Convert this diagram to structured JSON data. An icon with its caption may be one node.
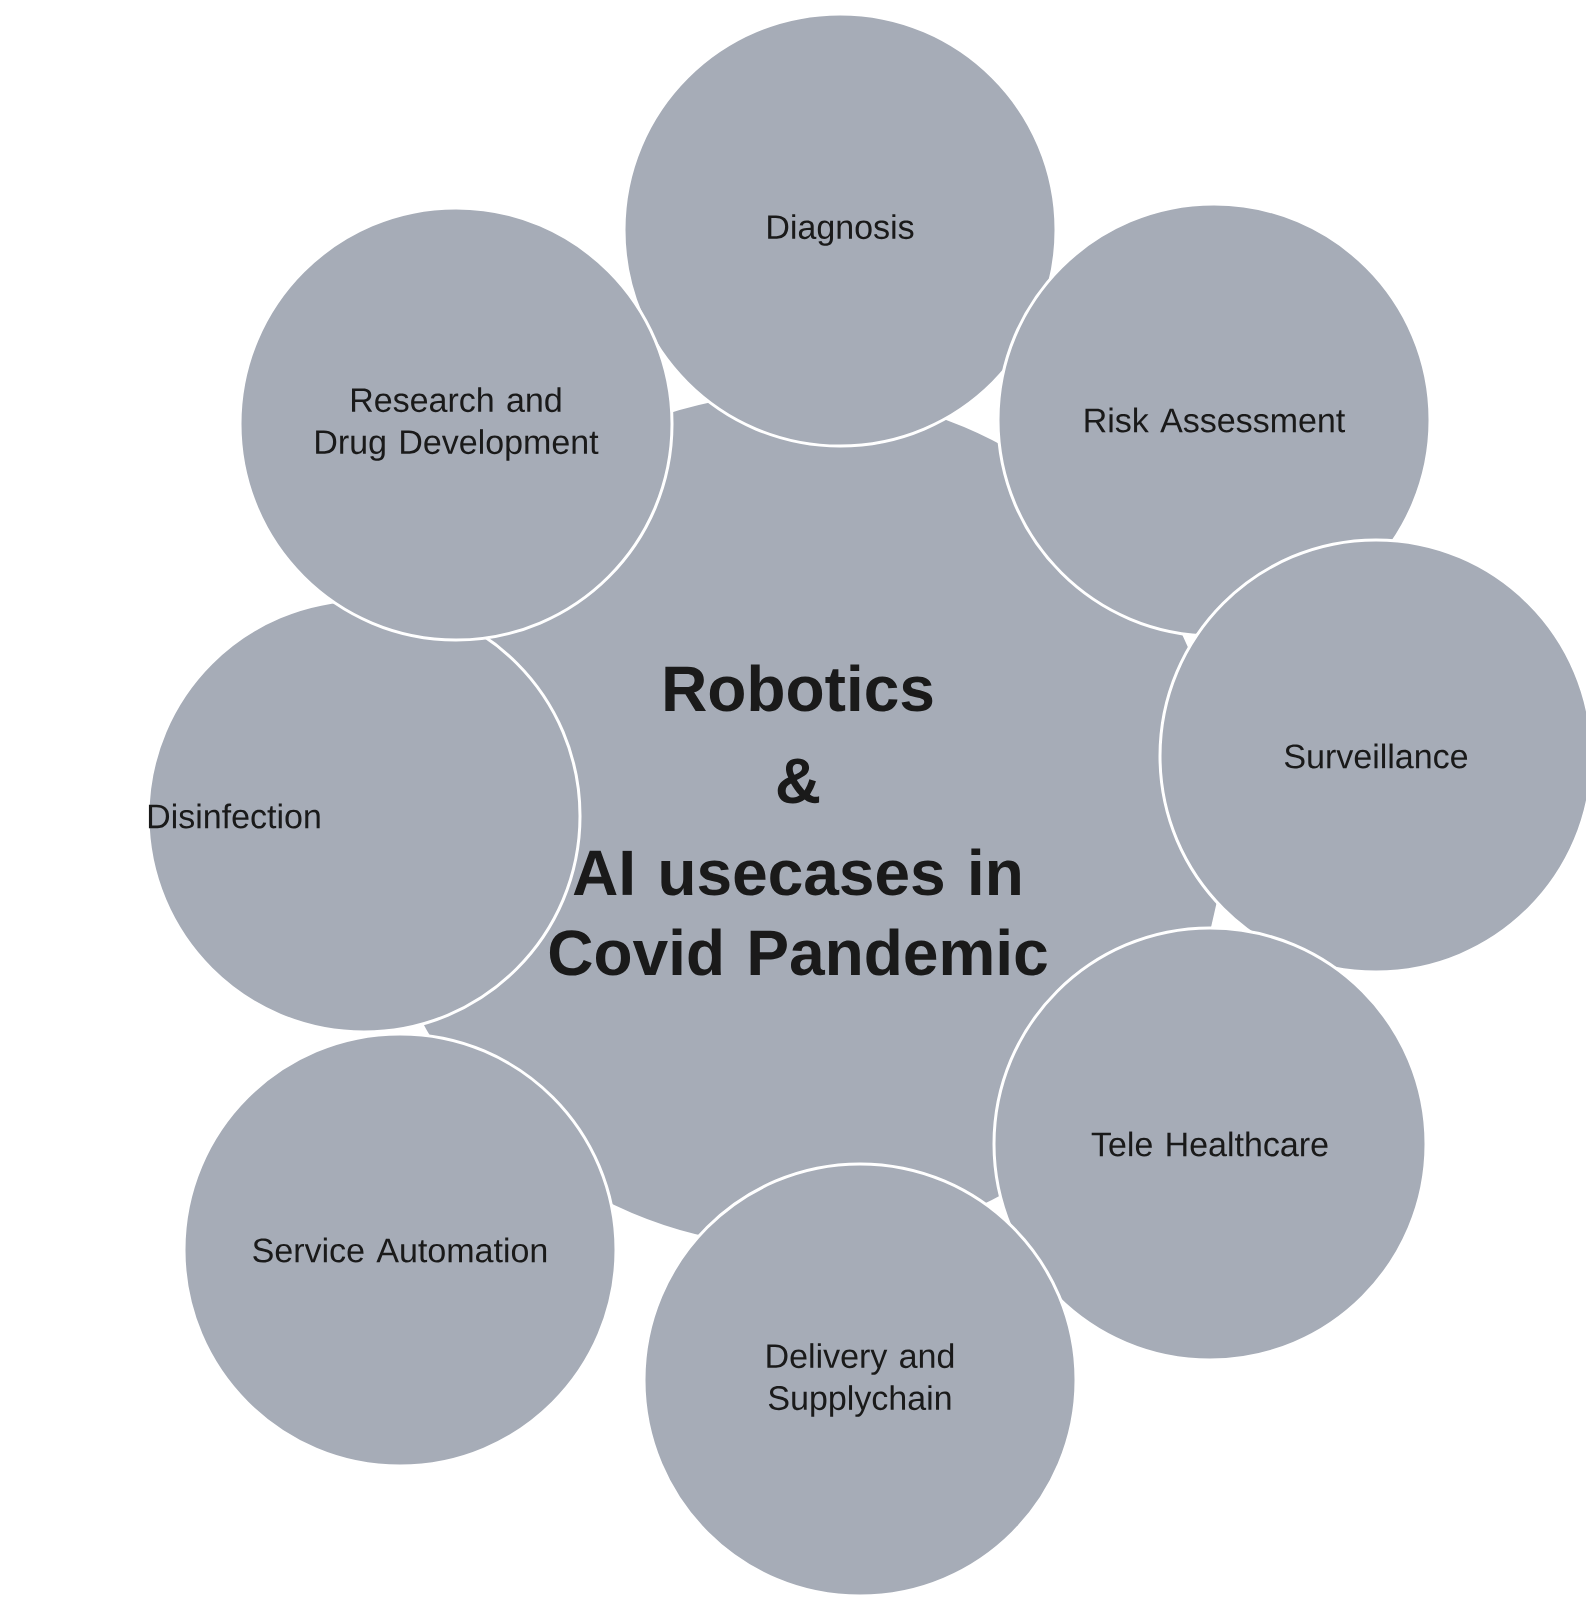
{
  "diagram": {
    "nodes": [
      {
        "text": [
          "Robotics",
          "&",
          "AI usecases in Covid Pandemic"
        ]
      },
      {
        "text": [
          "Diagnosis"
        ]
      },
      {
        "text": [
          "Risk Assessment"
        ]
      },
      {
        "text": [
          "Surveillance"
        ]
      },
      {
        "text": [
          "Tele Healthcare"
        ]
      },
      {
        "text": [
          "Delivery and Supplychain"
        ]
      },
      {
        "text": [
          "Service Automation"
        ]
      },
      {
        "text": [
          "Disinfection"
        ]
      },
      {
        "text": [
          "Research and Drug Development"
        ]
      }
    ]
  }
}
